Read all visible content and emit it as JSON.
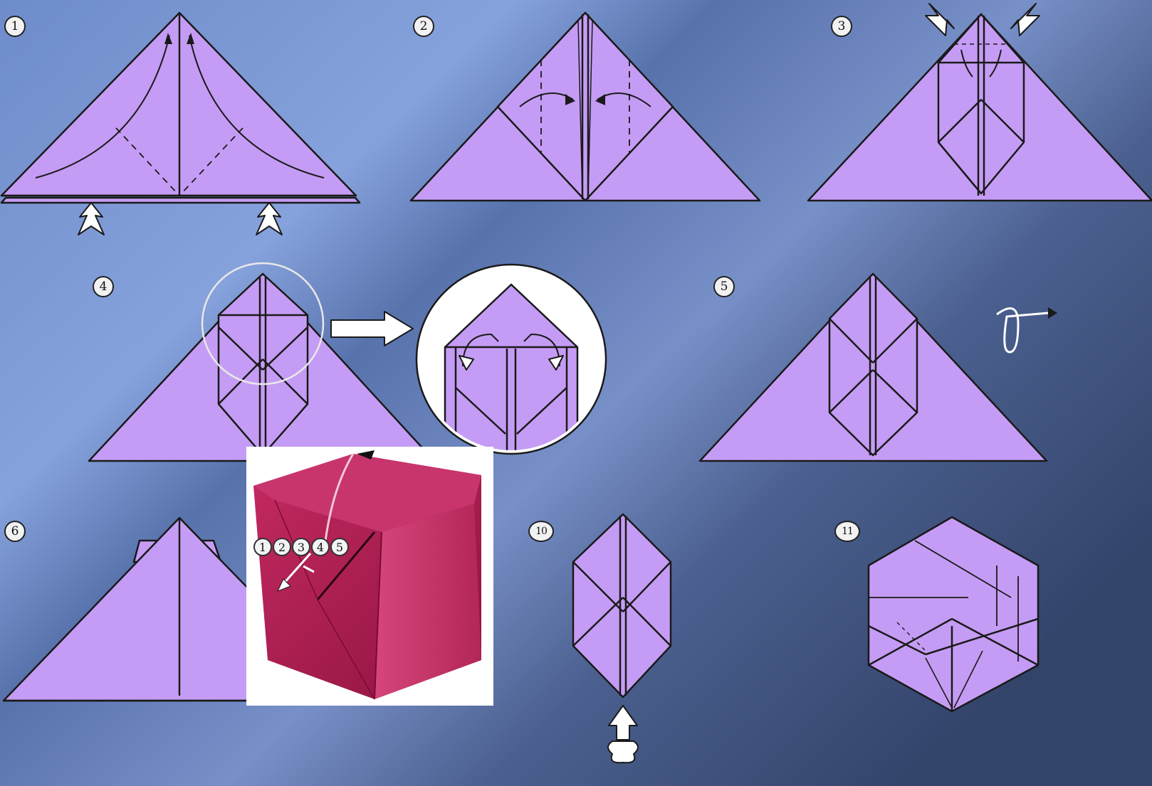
{
  "colors": {
    "paper": "#c59cf5",
    "line": "#1a1a1a",
    "background_light": "#7c9ad6",
    "background_dark": "#34466f",
    "photo_red": "#b01e52"
  },
  "steps": [
    {
      "label": "1"
    },
    {
      "label": "2"
    },
    {
      "label": "3"
    },
    {
      "label": "4"
    },
    {
      "label": "5"
    },
    {
      "label": "6"
    },
    {
      "label": "10"
    },
    {
      "label": "11"
    }
  ],
  "photo": {
    "sequence": [
      "1",
      "2",
      "3",
      "4",
      "5"
    ]
  }
}
